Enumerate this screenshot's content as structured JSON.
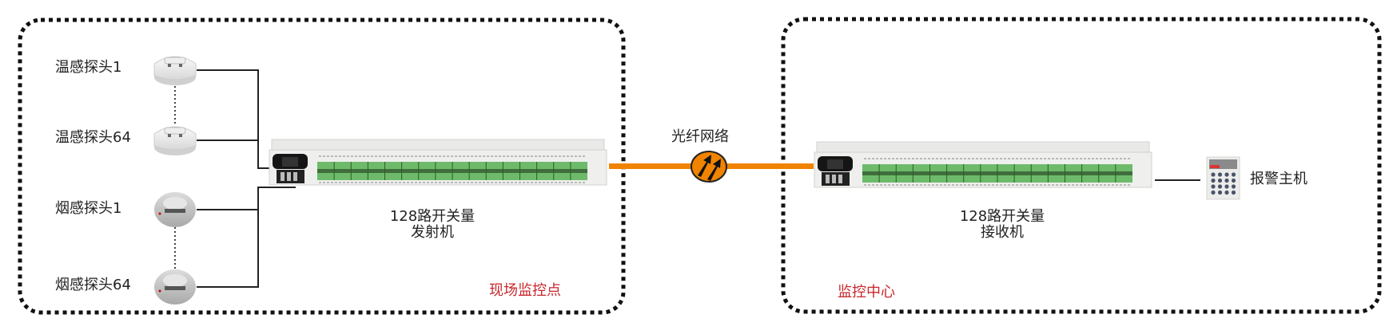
{
  "sensors": [
    {
      "label": "温感探头1",
      "type": "heat"
    },
    {
      "label": "温感探头64",
      "type": "heat"
    },
    {
      "label": "烟感探头1",
      "type": "smoke"
    },
    {
      "label": "烟感探头64",
      "type": "smoke"
    }
  ],
  "transmitter": {
    "line1": "128路开关量",
    "line2": "发射机"
  },
  "receiver": {
    "line1": "128路开关量",
    "line2": "接收机"
  },
  "fiber_label": "光纤网络",
  "alarm_label": "报警主机",
  "site_label": "现场监控点",
  "center_label": "监控中心",
  "colors": {
    "fiber": "#f08300",
    "zone_label": "#c8262c",
    "terminal": "#6dbb6a",
    "border": "#111111"
  }
}
